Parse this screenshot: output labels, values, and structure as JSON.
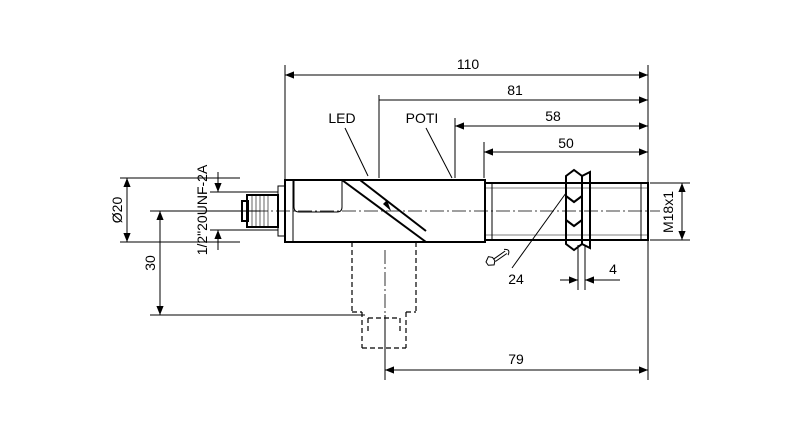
{
  "labels": {
    "dim_total": "110",
    "dim_led": "81",
    "dim_poti": "58",
    "dim_thread": "50",
    "dim_dashed": "79",
    "dim_nut_width": "4",
    "dim_wrench": "24",
    "dim_diameter": "Ø20",
    "dim_offset": "30",
    "connector_thread": "1/2\"20UNF-2A",
    "body_thread": "M18x1",
    "callout_led": "LED",
    "callout_poti": "POTI"
  },
  "icons": {
    "wrench": "wrench-icon"
  }
}
